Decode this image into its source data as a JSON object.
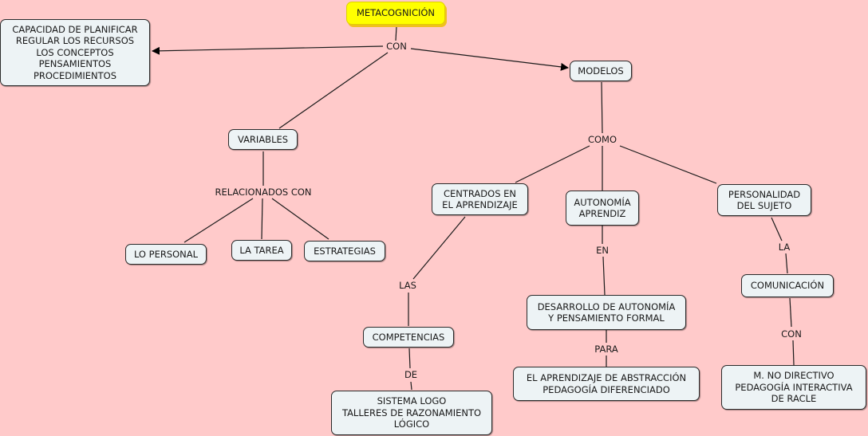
{
  "diagram": {
    "title": "METACOGNICIÓN",
    "background_color": "#ffcaca",
    "concept_fill": "#edf3f5",
    "root_fill": "#ffff00",
    "concepts": {
      "metacognicion": "METACOGNICIÓN",
      "capacidad": "CAPACIDAD DE PLANIFICAR\nREGULAR LOS RECURSOS\nLOS CONCEPTOS\nPENSAMIENTOS\nPROCEDIMIENTOS",
      "modelos": "MODELOS",
      "variables": "VARIABLES",
      "lo_personal": "LO PERSONAL",
      "la_tarea": "LA TAREA",
      "estrategias": "ESTRATEGIAS",
      "centrados": "CENTRADOS EN\nEL APRENDIZAJE",
      "autonomia": "AUTONOMÍA\nAPRENDIZ",
      "personalidad": "PERSONALIDAD\nDEL SUJETO",
      "competencias": "COMPETENCIAS",
      "sistema_logo": "SISTEMA LOGO\nTALLERES DE RAZONAMIENTO\nLÓGICO",
      "desarrollo": "DESARROLLO DE AUTONOMÍA\nY PENSAMIENTO FORMAL",
      "aprendizaje_abstraccion": "EL APRENDIZAJE DE ABSTRACCIÓN\nPEDAGOGÍA DIFERENCIADO",
      "comunicacion": "COMUNICACIÓN",
      "no_directivo": "M. NO DIRECTIVO\nPEDAGOGÍA INTERACTIVA\nDE RACLE"
    },
    "linking_words": {
      "con_top": "CON",
      "relacionados_con": "RELACIONADOS CON",
      "como": "COMO",
      "las": "LAS",
      "de": "DE",
      "en": "EN",
      "para": "PARA",
      "la": "LA",
      "con_bottom": "CON"
    },
    "relations": [
      {
        "from": "metacognicion",
        "via": "con_top",
        "to": [
          "capacidad",
          "modelos",
          "variables"
        ]
      },
      {
        "from": "variables",
        "via": "relacionados_con",
        "to": [
          "lo_personal",
          "la_tarea",
          "estrategias"
        ]
      },
      {
        "from": "modelos",
        "via": "como",
        "to": [
          "centrados",
          "autonomia",
          "personalidad"
        ]
      },
      {
        "from": "centrados",
        "via": "las",
        "to": [
          "competencias"
        ]
      },
      {
        "from": "competencias",
        "via": "de",
        "to": [
          "sistema_logo"
        ]
      },
      {
        "from": "autonomia",
        "via": "en",
        "to": [
          "desarrollo"
        ]
      },
      {
        "from": "desarrollo",
        "via": "para",
        "to": [
          "aprendizaje_abstraccion"
        ]
      },
      {
        "from": "personalidad",
        "via": "la",
        "to": [
          "comunicacion"
        ]
      },
      {
        "from": "comunicacion",
        "via": "con_bottom",
        "to": [
          "no_directivo"
        ]
      }
    ]
  }
}
